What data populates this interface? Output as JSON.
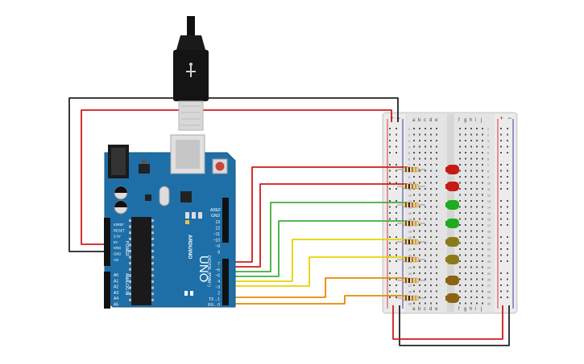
{
  "colors": {
    "board": "#1e6fa8",
    "board_dark": "#15557f",
    "breadboard": "#e6e6e6",
    "rail_red": "#d33",
    "rail_blue": "#339",
    "wire_black": "#222222",
    "wire_red": "#d11a1a",
    "wire_green": "#3fae3a",
    "wire_yellow": "#e8d200",
    "wire_orange": "#e58a00",
    "led_red": "#c81818",
    "led_green": "#1faa1f",
    "led_olive": "#8a7a1a",
    "led_brown": "#8a6410"
  },
  "icons": {
    "usb": "usb-cable-icon",
    "reset": "reset-button-icon"
  },
  "arduino": {
    "model": "UNO",
    "brand": "ARDUINO",
    "digital_label": "DIGITAL (PWM~)",
    "power_label": "POWER",
    "analog_label": "ANALOG IN",
    "aref": "AREF",
    "gnd": "GND",
    "top_pins": [
      "13",
      "12",
      "~11",
      "~10",
      "~9",
      "8"
    ],
    "bottom_pins": [
      "7",
      "~6",
      "~5",
      "4",
      "~3",
      "2",
      "TX→1",
      "RX←0"
    ],
    "power_pins": [
      "IOREF",
      "RESET",
      "3.3V",
      "5V",
      "GND",
      "GND",
      "Vin"
    ],
    "analog_pins": [
      "A0",
      "A1",
      "A2",
      "A3",
      "A4",
      "A5"
    ]
  },
  "breadboard": {
    "left_columns": [
      "a",
      "b",
      "c",
      "d",
      "e"
    ],
    "right_columns": [
      "f",
      "g",
      "h",
      "i",
      "j"
    ],
    "rail_plus": "+",
    "rail_minus": "−",
    "row_numbers": [
      "1",
      "2",
      "3",
      "4",
      "5",
      "6",
      "7",
      "8",
      "9",
      "10",
      "11",
      "12",
      "13",
      "14",
      "15",
      "16",
      "17",
      "18",
      "19",
      "20",
      "21",
      "22",
      "23",
      "24",
      "25",
      "26",
      "27",
      "28",
      "29",
      "30"
    ]
  },
  "leds": [
    {
      "pin": "7",
      "color": "red"
    },
    {
      "pin": "6",
      "color": "red"
    },
    {
      "pin": "5",
      "color": "green"
    },
    {
      "pin": "4",
      "color": "green"
    },
    {
      "pin": "3",
      "color": "yellow"
    },
    {
      "pin": "2",
      "color": "yellow"
    },
    {
      "pin": "1",
      "color": "orange"
    },
    {
      "pin": "0",
      "color": "orange"
    }
  ]
}
